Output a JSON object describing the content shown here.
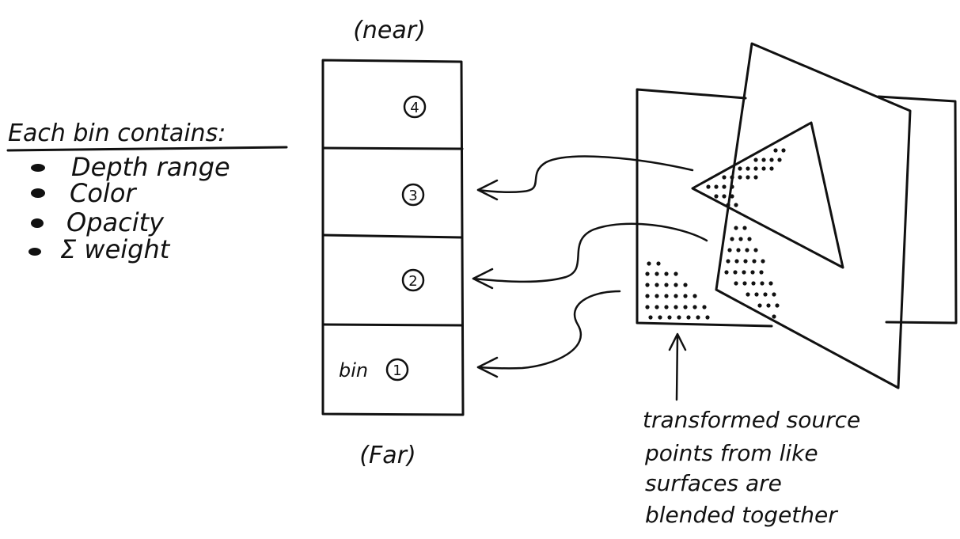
{
  "labels": {
    "near": "(near)",
    "far": "(Far)",
    "caption": [
      "transformed source",
      "points from like",
      "surfaces are",
      "blended together"
    ]
  },
  "legend": {
    "title": "Each bin contains:",
    "items": [
      "Depth range",
      "Color",
      "Opacity",
      "Σ weight"
    ]
  },
  "bins": [
    {
      "label": "4",
      "prefix": ""
    },
    {
      "label": "3",
      "prefix": ""
    },
    {
      "label": "2",
      "prefix": ""
    },
    {
      "label": "1",
      "prefix": "bin"
    }
  ]
}
